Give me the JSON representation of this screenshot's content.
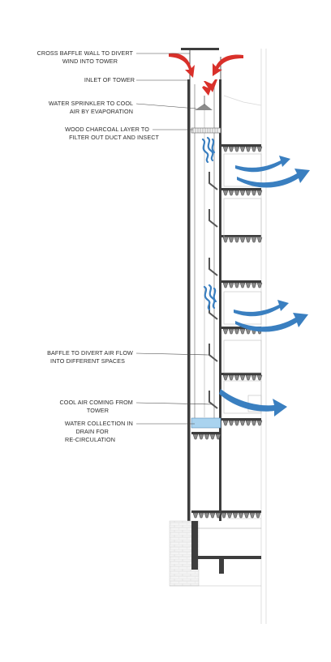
{
  "labels": {
    "cross_baffle": [
      "CROSS BAFFLE WALL TO DIVERT",
      "WIND INTO TOWER"
    ],
    "inlet": [
      "INLET OF TOWER"
    ],
    "sprinkler": [
      "WATER SPRINKLER TO COOL",
      "AIR BY EVAPORATION"
    ],
    "charcoal": [
      "WOOD CHARCOAL LAYER TO",
      "FILTER OUT DUCT AND INSECT"
    ],
    "baffle_divert": [
      "BAFFLE TO DIVERT AIR FLOW",
      "INTO DIFFERENT SPACES"
    ],
    "cool_air": [
      "COOL AIR COMING FROM",
      "TOWER"
    ],
    "water_collection": [
      "WATER COLLECTION IN",
      "DRAIN FOR",
      "RE-CIRCULATION"
    ]
  },
  "colors": {
    "hot_air": "#d9302a",
    "cool_air": "#3a7fc0",
    "water": "#a9d3ef",
    "wall": "#3d3d3d",
    "line": "#4a4a4a"
  },
  "icons": {
    "hot_air_arrow": "curved-red-arrow",
    "cool_air_arrow": "curved-blue-arrow",
    "wavy_air": "wavy-blue-air-lines"
  }
}
